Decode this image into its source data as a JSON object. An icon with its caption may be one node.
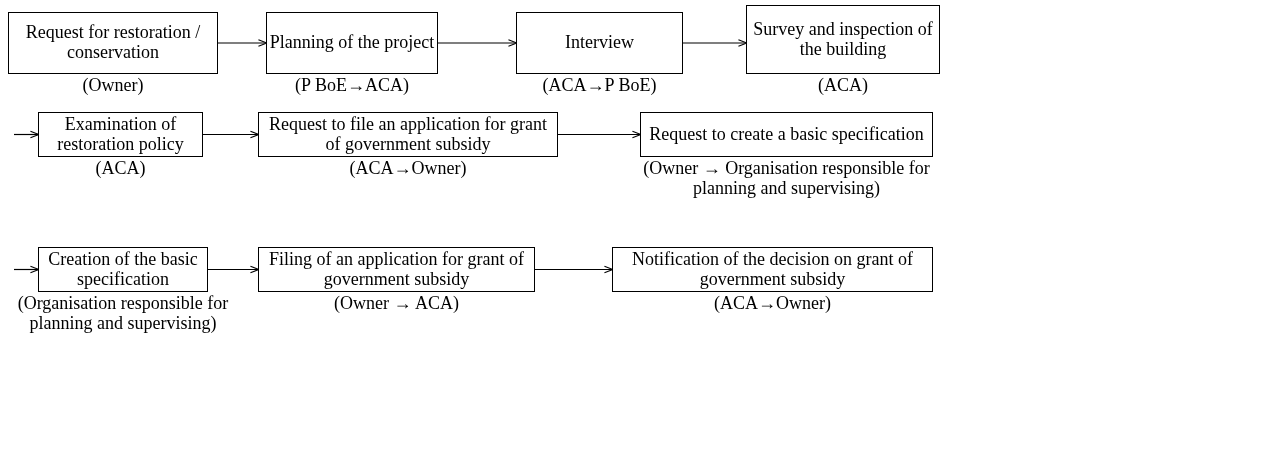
{
  "diagram": {
    "nodes": [
      {
        "text": [
          "Request for restoration / conservation"
        ],
        "beside": [
          "(Owner)"
        ]
      },
      {
        "text": [
          "Planning of the project"
        ],
        "beside": [
          "(P BoE→ACA)"
        ]
      },
      {
        "text": [
          "Interview"
        ],
        "beside": [
          "(ACA→P BoE)"
        ]
      },
      {
        "text": [
          "Survey and inspection of the building"
        ],
        "beside": [
          "(ACA)"
        ]
      },
      {
        "text": [
          "Examination of restoration policy"
        ],
        "beside": [
          "(ACA)"
        ]
      },
      {
        "text": [
          "Request to file an application for grant of government subsidy"
        ],
        "beside": [
          "(ACA→Owner)"
        ]
      },
      {
        "text": [
          "Request to create a basic specification"
        ],
        "beside": [
          "(Owner → Organisation responsible for planning and supervising)"
        ]
      },
      {
        "text": [
          "Creation of the basic specification"
        ],
        "beside": [
          "(Organisation responsible for planning and supervising)"
        ]
      },
      {
        "text": [
          "Filing of an application for grant of government subsidy"
        ],
        "beside": [
          "(Owner → ACA)"
        ]
      },
      {
        "text": [
          "Notification of the decision on grant of government subsidy"
        ],
        "beside": [
          "(ACA→Owner)"
        ]
      }
    ],
    "edges": [
      {
        "from": 0,
        "to": 1,
        "arrow": "to"
      },
      {
        "from": 1,
        "to": 2,
        "arrow": "to"
      },
      {
        "from": 2,
        "to": 3,
        "arrow": "to"
      },
      {
        "from": null,
        "to": 4,
        "arrow": "to"
      },
      {
        "from": 4,
        "to": 5,
        "arrow": "to"
      },
      {
        "from": 5,
        "to": 6,
        "arrow": "to"
      },
      {
        "from": null,
        "to": 7,
        "arrow": "to"
      },
      {
        "from": 7,
        "to": 8,
        "arrow": "to"
      },
      {
        "from": 8,
        "to": 9,
        "arrow": "to"
      }
    ]
  }
}
